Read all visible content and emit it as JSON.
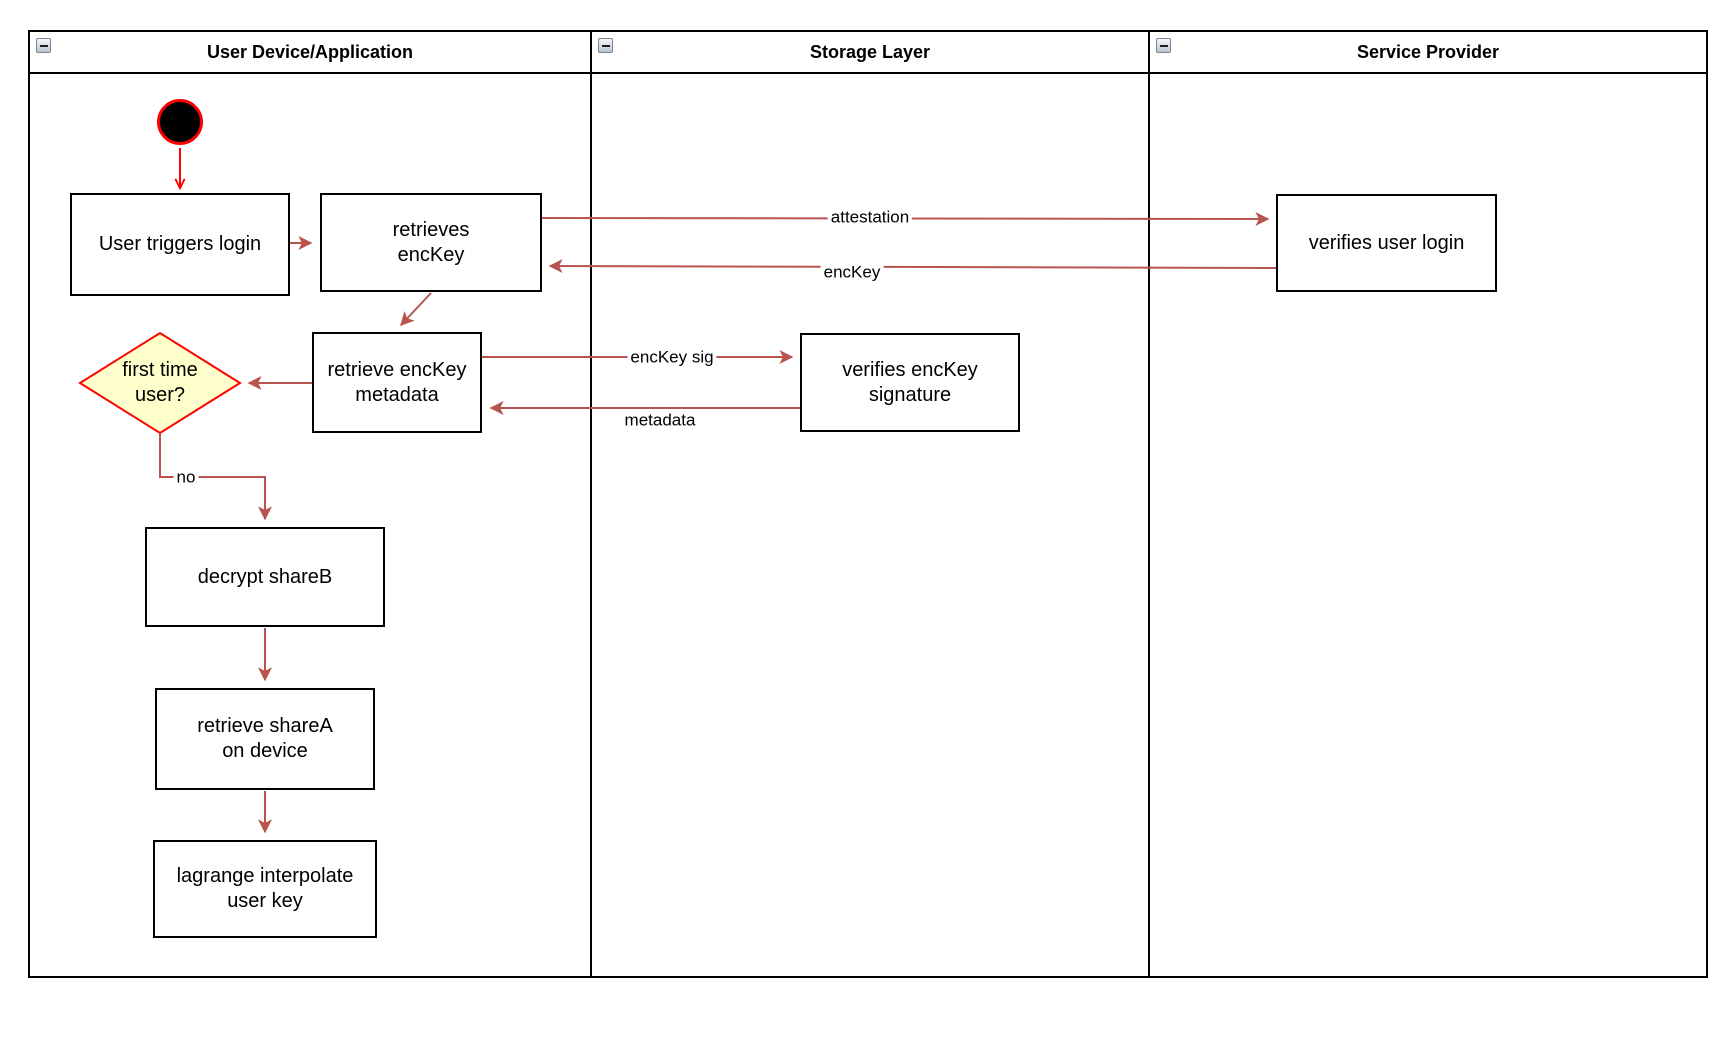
{
  "colors": {
    "connector": "#b85450",
    "start_accent": "#ff0000",
    "decision_fill": "#ffffcc",
    "decision_border": "#ff0000",
    "shape_border": "#000000",
    "shape_fill": "#ffffff"
  },
  "lanes": [
    {
      "title": "User Device/Application"
    },
    {
      "title": "Storage Layer"
    },
    {
      "title": "Service Provider"
    }
  ],
  "nodes": {
    "user_triggers_login": {
      "label": "User triggers login"
    },
    "retrieves_enckey": {
      "label": "retrieves\nencKey"
    },
    "retrieve_enckey_metadata": {
      "label": "retrieve encKey\nmetadata"
    },
    "first_time_user": {
      "label": "first time\nuser?"
    },
    "decrypt_shareb": {
      "label": "decrypt shareB"
    },
    "retrieve_sharea_on_device": {
      "label": "retrieve shareA\non device"
    },
    "lagrange_interpolate_user_key": {
      "label": "lagrange interpolate\nuser key"
    },
    "verifies_enckey_signature": {
      "label": "verifies encKey\nsignature"
    },
    "verifies_user_login": {
      "label": "verifies user login"
    }
  },
  "edge_labels": {
    "attestation": "attestation",
    "enckey": "encKey",
    "enckey_sig": "encKey sig",
    "metadata": "metadata",
    "no": "no"
  }
}
